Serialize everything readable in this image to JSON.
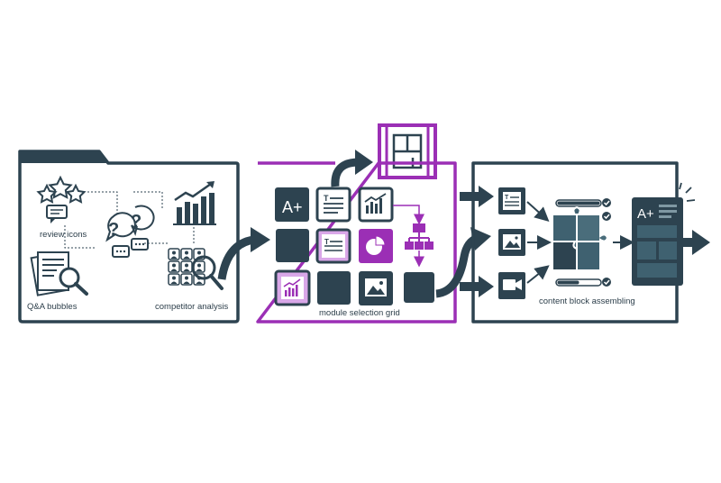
{
  "diagram": {
    "panel1": {
      "labels": {
        "review": "review icons",
        "qa": "Q&A bubbles",
        "competitor": "competitor analysis"
      }
    },
    "panel2": {
      "label": "module selection grid",
      "tiles": {
        "aplus": "A+",
        "text_marker": "T"
      }
    },
    "panel3": {
      "label": "content block assembling",
      "result_badge": "A+"
    },
    "colors": {
      "dark": "#2d4350",
      "purple": "#9b2fb5",
      "light_purple": "#d9a7e8",
      "teal_piece": "#3f6170",
      "white": "#ffffff"
    },
    "icons": [
      "folder-icon",
      "star-icon",
      "speech-bubble-icon",
      "question-bubble-icon",
      "bar-chart-icon",
      "document-icon",
      "magnifier-icon",
      "people-grid-icon",
      "blueprint-icon",
      "flowchart-icon",
      "pie-chart-icon",
      "image-icon",
      "video-icon",
      "puzzle-icon",
      "progress-bar-icon",
      "check-icon",
      "arrow-icon"
    ]
  }
}
